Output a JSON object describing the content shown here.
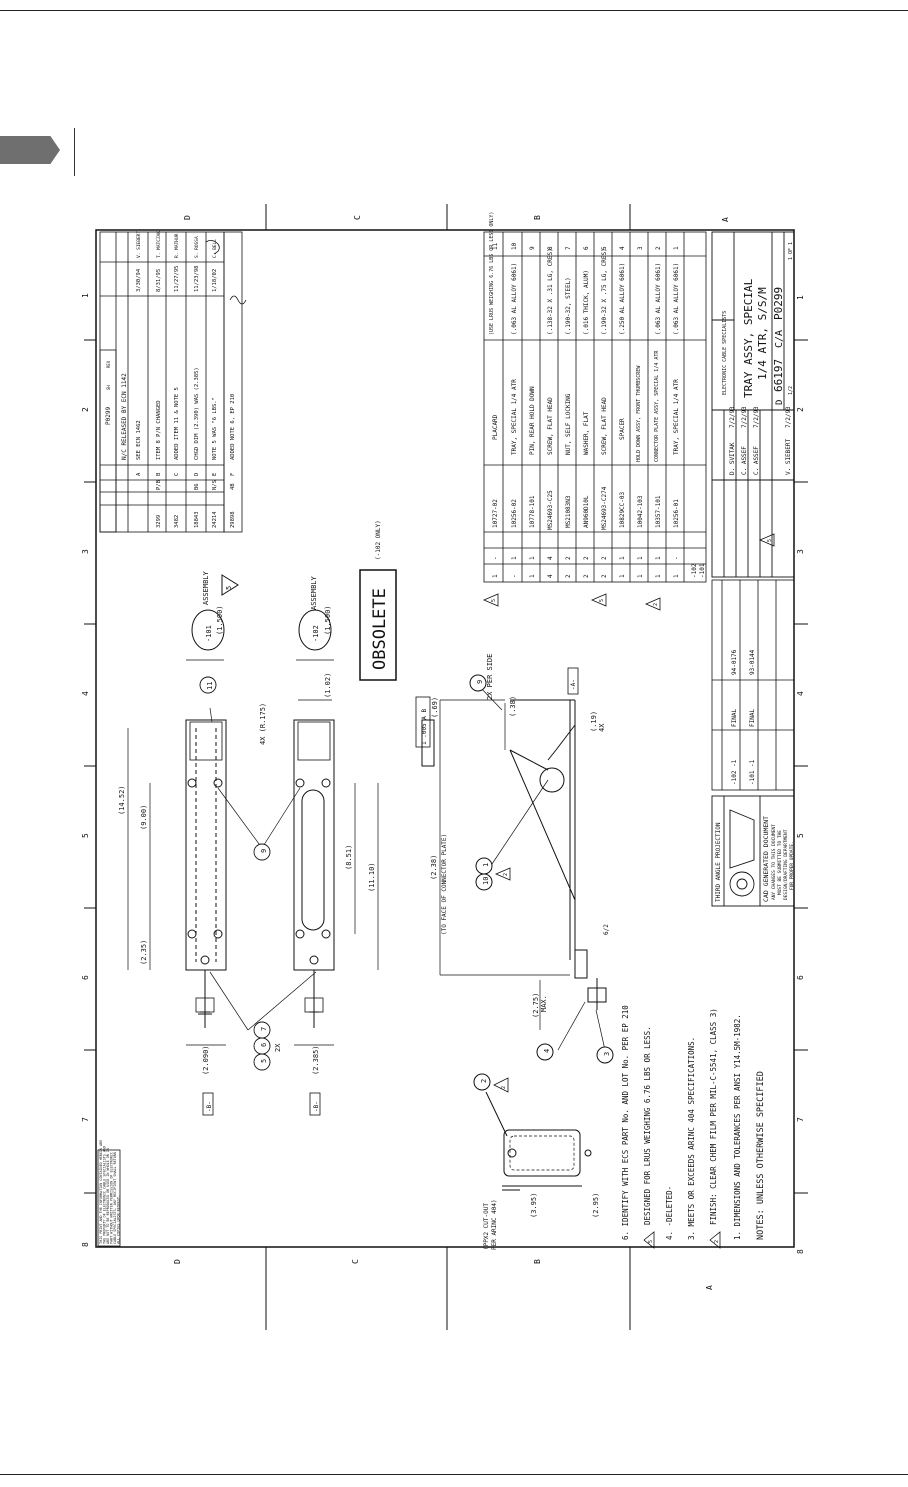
{
  "frame": {
    "col_zones": [
      "8",
      "7",
      "6",
      "5",
      "4",
      "3",
      "2",
      "1"
    ],
    "row_zones": [
      "D",
      "C",
      "B",
      "A"
    ]
  },
  "views": {
    "dim_1452": "(14.52)",
    "dim_9": "(9.00)",
    "dim_235": "(2.35)",
    "dim_15a": "(1.500)",
    "dim_15b": "(1.500)",
    "dim_1p02": "(1.02)",
    "dim_4x": "4X (R.175)",
    "dim_851": "(8.51)",
    "dim_1110": "(11.10)",
    "dim_2090": "(2.090)",
    "dim_2385": "(2.385)",
    "datum_b1": "-B-",
    "datum_b2": "-B-",
    "balloon_11": "11",
    "balloon_9": "9",
    "balloon_5": "5",
    "balloon_6": "6",
    "balloon_7": "7",
    "x2": "2X",
    "assy_101": "-101",
    "assy_101_label": "ASSEMBLY",
    "assy_102": "-102",
    "assy_102_label": "ASSEMBLY",
    "note_ref_a": "5",
    "note_ref_b": "5",
    "obsolete": "OBSOLETE",
    "obsolete_note": "(-102 ONLY)"
  },
  "side_view": {
    "fcf": "1 .005 A B",
    "dim_069": "(.69)",
    "dim_238": "(2.38)",
    "dim_238_note": "(TO FACE OF CONNECTOR PLATE)",
    "balloon_9": "9",
    "per_side": "2X PER SIDE",
    "dim_38": "(.38)",
    "datum_a": "-A-",
    "dim_19": "(.19)",
    "x4": "4X",
    "balloon_1": "1",
    "balloon_10": "10",
    "note_ref": "2",
    "dim_275": "(2.75)",
    "max": "MAX.",
    "balloon_4": "4",
    "balloon_3": "3",
    "dim_62": "6/2"
  },
  "detail": {
    "balloon_2": "2",
    "note_ref": "2",
    "cutout": "(PPX2 CUT-OUT",
    "cutout2": "PER ARINC 404)",
    "dim_395": "(3.95)",
    "dim_295": "(2.95)"
  },
  "notes": {
    "title": "NOTES:  UNLESS OTHERWISE SPECIFIED",
    "n1": "1.  DIMENSIONS AND TOLERANCES PER ANSI Y14.5M-1982.",
    "n2": "FINISH:  CLEAR CHEM FILM PER MIL-C-5541, CLASS 3)",
    "n2_num": "2",
    "n3": "3.  MEETS OR EXCEEDS ARINC 404 SPECIFICATIONS.",
    "n4": "4.  -DELETED-",
    "n5": "DESIGNED FOR LRUS WEIGHING 6.76 LBS OR LESS.",
    "n5_num": "5",
    "n6": "6.  IDENTIFY WITH ECS PART No. AND LOT No. PER EP 210"
  },
  "proprietary": [
    "THIS PRINT AND THE INFORMATION CONTAINED HEREIN ARE",
    "THE PROPERTY OF ELECTRONIC CABLE SPECIALISTS AND",
    "ARE NOT TO BE REPRODUCED OR USED IN WHOLE OR IN",
    "PART WITHOUT WRITTEN PERMISSION OF ELECTRONIC",
    "CABLE SPECIALISTS. ANY RECIPIENT SHALL RETURN",
    "ALL COPIES UPON REQUEST."
  ],
  "third_angle": "THIRD ANGLE PROJECTION",
  "cad": {
    "title": "CAD GENERATED DOCUMENT",
    "l1": "ANY CHANGES TO THIS DOCUMENT",
    "l2": "MUST BE SUBMITTED TO THE",
    "l3": "DESIGN/DRAFTING DEPARTMENT",
    "l4": "FOR PROPER UPDATE."
  },
  "app_table": {
    "rows": [
      {
        "assy": "-102 -1",
        "status": "FINAL",
        "ref": "94-0176"
      },
      {
        "assy": "-101 -1",
        "status": "FINAL",
        "ref": "93-0144"
      }
    ]
  },
  "title_block": {
    "company": "ELECTRONIC CABLE SPECIALISTS",
    "title1": "TRAY ASSY, SPECIAL",
    "title2": "1/4 ATR, S/S/M",
    "size": "D",
    "cage": "66197",
    "rev": "C/A",
    "dwg_no": "P0299",
    "scale": "1/2",
    "sheet": "1 OF 1",
    "drawn": "D. SVITAK",
    "drawn_date": "7/2/93",
    "check": "C. ASSEF",
    "check_date": "7/2/93",
    "eng": "C. ASSEF",
    "eng_date": "7/2/93",
    "qa": "V. SIEBERT",
    "qa_date": "7/2/93",
    "note_tri": "5"
  },
  "bom": {
    "rows": [
      {
        "item": "11",
        "qty1": "1",
        "qty2": "-",
        "part": "10727-02",
        "desc": "PLACARD",
        "matl": "(USE LRUS WEIGHING 6.76 LBS OR LESS ONLY)"
      },
      {
        "item": "10",
        "qty1": "-",
        "qty2": "1",
        "part": "10256-02",
        "desc": "TRAY, SPECIAL 1/4 ATR",
        "matl": "(.063 AL ALLOY 6061)"
      },
      {
        "item": "9",
        "qty1": "1",
        "qty2": "1",
        "part": "10778-101",
        "desc": "PIN, REAR HOLD DOWN",
        "matl": ""
      },
      {
        "item": "8",
        "qty1": "4",
        "qty2": "4",
        "part": "MS24693-C25",
        "desc": "SCREW, FLAT HEAD",
        "matl": "(.138-32 X .31 LG, CRES)"
      },
      {
        "item": "7",
        "qty1": "2",
        "qty2": "2",
        "part": "MS21083N3",
        "desc": "NUT, SELF LOCKING",
        "matl": "(.190-32, STEEL)"
      },
      {
        "item": "6",
        "qty1": "2",
        "qty2": "2",
        "part": "AN960D10L",
        "desc": "WASHER, FLAT",
        "matl": "(.016 THICK, ALUM)"
      },
      {
        "item": "5",
        "qty1": "2",
        "qty2": "2",
        "part": "MS24693-C274",
        "desc": "SCREW, FLAT HEAD",
        "matl": "(.190-32 X .75 LG, CRES)"
      },
      {
        "item": "4",
        "qty1": "1",
        "qty2": "1",
        "part": "10829CC-03",
        "desc": "SPACER",
        "matl": "(.250 AL ALLOY 6061)"
      },
      {
        "item": "3",
        "qty1": "1",
        "qty2": "1",
        "part": "10042-103",
        "desc": "HOLD DOWN ASSY, FRONT THUMBSCREW",
        "matl": ""
      },
      {
        "item": "2",
        "qty1": "1",
        "qty2": "1",
        "part": "10357-101",
        "desc": "CONNECTOR PLATE ASSY, SPECIAL 1/4 ATR",
        "matl": "(.063 AL ALLOY 6061)"
      },
      {
        "item": "1",
        "qty1": "1",
        "qty2": "-",
        "part": "10256-01",
        "desc": "TRAY, SPECIAL 1/4 ATR",
        "matl": "(.063 AL ALLOY 6061)"
      }
    ],
    "assy_102": "-102",
    "assy_101": "-101",
    "note_a": "5",
    "note_b": "5",
    "note_c": "2"
  },
  "revisions": {
    "dwg": "P0299",
    "sh": "SH",
    "rev": "REV",
    "rows": [
      {
        "ecn": "",
        "zone": "",
        "rev": "A",
        "desc": "SEE ECN 1462",
        "date": "3/30/94",
        "by": "V. SIEBERT"
      },
      {
        "ecn": "3299",
        "zone": "P/B",
        "rev": "B",
        "desc": "ITEM 8 P/N CHANGED",
        "date": "8/31/95",
        "by": "T. MATCZAK"
      },
      {
        "ecn": "3482",
        "zone": "",
        "rev": "C",
        "desc": "ADDED ITEM 11 & NOTE 5",
        "date": "11/27/95",
        "by": "R. MATHUR"
      },
      {
        "ecn": "18843",
        "zone": "B6",
        "rev": "D",
        "desc": "CHGD DIM (2.390) WAS (2.385)",
        "date": "11/23/98",
        "by": "S. ROSSA"
      },
      {
        "ecn": "24214",
        "zone": "N/S",
        "rev": "E",
        "desc": "NOTE 5 WAS \"6 LBS.\"",
        "date": "1/18/02",
        "by": "C. BELL"
      },
      {
        "ecn": "29898",
        "zone": "4B",
        "rev": "F",
        "desc": "ADDED NOTE 6, EP 210",
        "date": "",
        "by": ""
      }
    ],
    "release": "N/C RELEASED BY ECN 1142"
  }
}
